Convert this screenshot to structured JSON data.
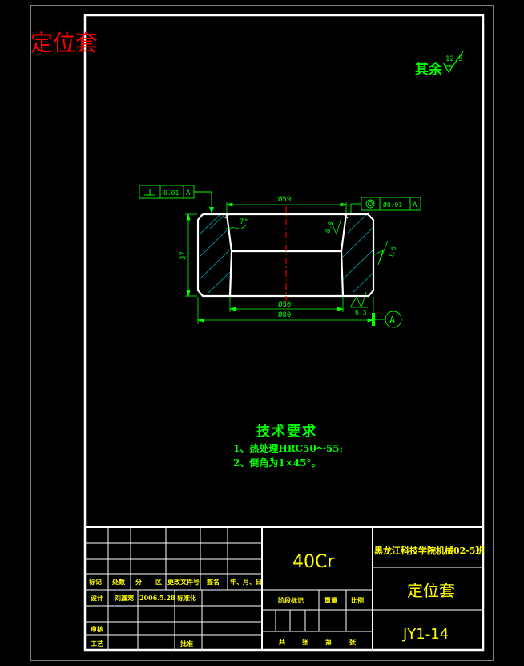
{
  "drawing": {
    "part_name_label": "定位套",
    "surface_finish": {
      "prefix": "其余",
      "value": "12.5"
    },
    "dimensions": {
      "top_diameter": "Ø59",
      "bottom_inner_diameter": "Ø50",
      "outer_diameter": "Ø80",
      "height": "37",
      "taper_angle": "7°",
      "small_chamfer": "0.8",
      "right_roughness": "1.6",
      "bottom_roughness": "6.3"
    },
    "tolerances": {
      "flatness_value": "0.01",
      "flatness_datum": "A",
      "runout_value": "Ø0.01",
      "runout_datum": "A"
    },
    "datum_label": "A",
    "technical_requirements": {
      "title": "技术要求",
      "items": [
        "1、热处理HRC50～55;",
        "2、倒角为1×45°。"
      ]
    }
  },
  "title_block": {
    "material": "40Cr",
    "institution": "黑龙江科技学院机械02-5班",
    "part_name": "定位套",
    "drawing_number": "JY1-14",
    "labels": {
      "mark": "标记",
      "count": "处数",
      "zone_a": "分",
      "zone_b": "区",
      "change_doc": "更改文件号",
      "signature": "签名",
      "date": "年、月、日",
      "design": "设计",
      "designer": "刘鑫宠",
      "design_date": "2006.5.28",
      "standardize": "标准化",
      "review": "审核",
      "process": "工艺",
      "approve": "批准",
      "stage_mark": "阶段标记",
      "weight": "重量",
      "scale": "比例",
      "total": "共",
      "sheet_unit": "张",
      "nth": "第",
      "sheet_unit2": "张"
    }
  },
  "colors": {
    "background": "#000000",
    "frame": "#ffffff",
    "dimension": "#00ff00",
    "hatch": "#00b4b4",
    "centerline": "#ff0000",
    "red_label": "#ff0000",
    "yellow": "#ffff00"
  }
}
